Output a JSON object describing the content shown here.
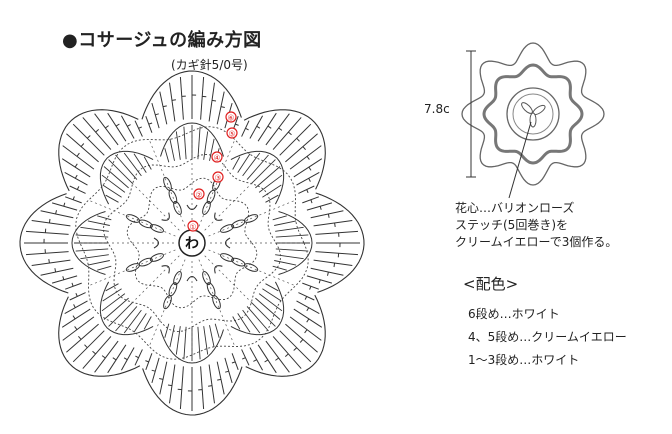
{
  "header": {
    "title": "●コサージュの編み方図",
    "subtitle": "(カギ針5/0号)"
  },
  "diagram": {
    "center_label": "わ",
    "round_labels": [
      "①",
      "②",
      "③",
      "④",
      "⑤",
      "⑥"
    ],
    "marker_color": "#e02020"
  },
  "preview": {
    "size_label": "7.8c"
  },
  "note": {
    "lines": [
      "花心…バリオンローズ",
      "ステッチ(5回巻き)を",
      "クリームイエローで3個作る。"
    ]
  },
  "color_scheme": {
    "heading": "<配色>",
    "items": [
      "6段め…ホワイト",
      "4、5段め…クリームイエロー",
      "1～3段め…ホワイト"
    ]
  }
}
